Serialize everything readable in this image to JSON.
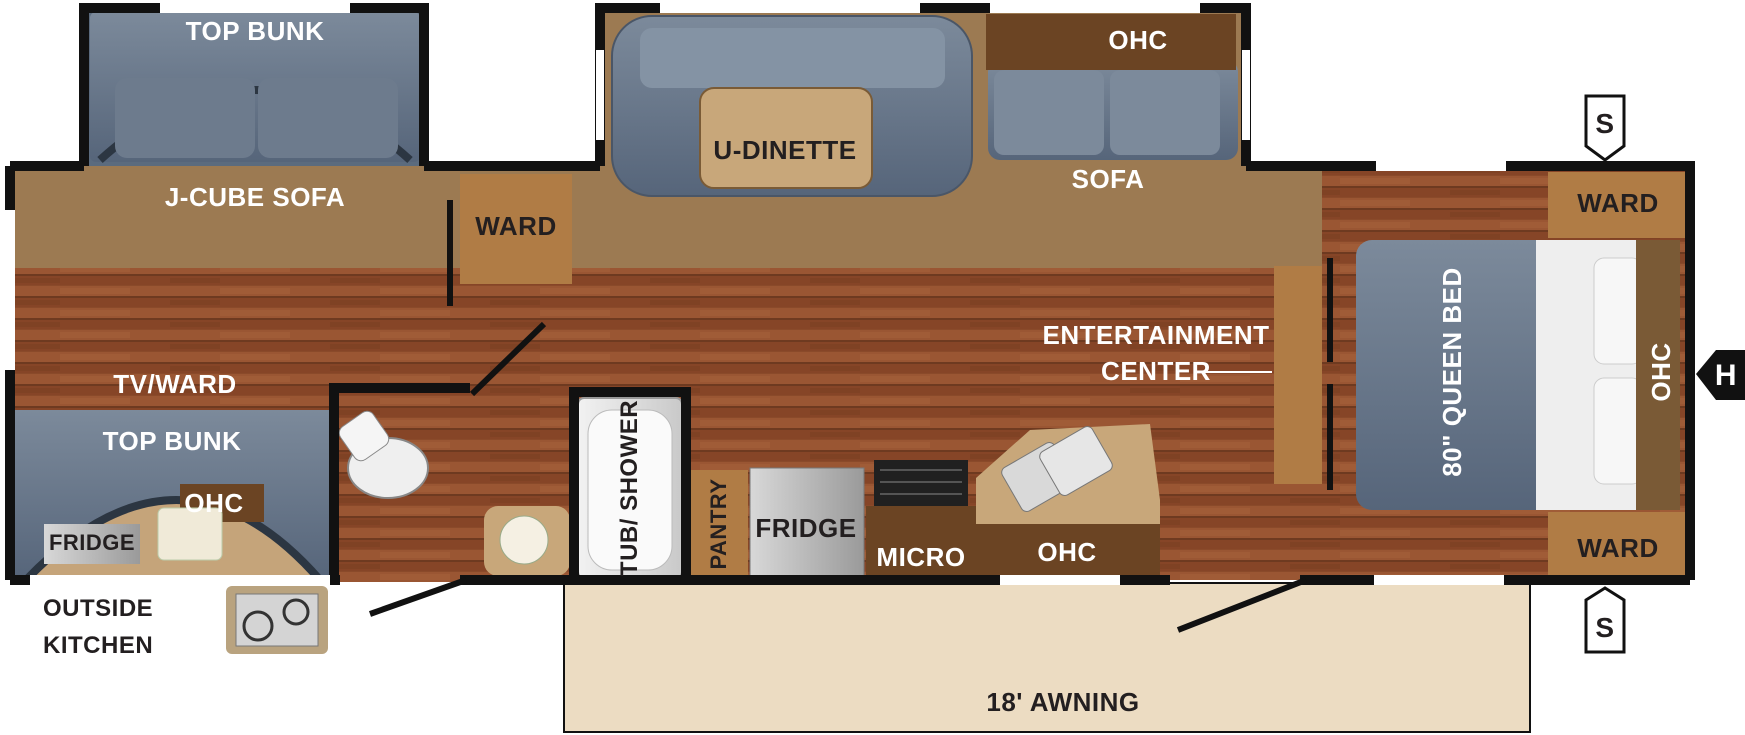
{
  "labels": {
    "top_bunk_upper": "TOP BUNK",
    "ohc_top": "OHC",
    "u_dinette": "U-DINETTE",
    "j_cube_sofa": "J-CUBE SOFA",
    "sofa": "SOFA",
    "ward_front": "WARD",
    "ward_rear_top": "WARD",
    "ward_rear_bottom": "WARD",
    "entertainment_line1": "ENTERTAINMENT",
    "entertainment_line2": "CENTER",
    "queen_bed": "80\" QUEEN BED",
    "ohc_bed": "OHC",
    "tv_ward": "TV/WARD",
    "top_bunk_lower": "TOP BUNK",
    "ohc_bunk": "OHC",
    "fridge_bunk": "FRIDGE",
    "tub_shower": "TUB/ SHOWER",
    "pantry": "PANTRY",
    "fridge": "FRIDGE",
    "micro": "MICRO",
    "ohc_kitchen": "OHC",
    "outside_kitchen_line1": "OUTSIDE",
    "outside_kitchen_line2": "KITCHEN",
    "awning": "18' AWNING",
    "badge_top": "S",
    "badge_bottom": "S",
    "badge_hitch": "H"
  },
  "colors": {
    "wall": "#111111",
    "floor_wood": "#8a4a2a",
    "beige_carpet": "#9c7a52",
    "cabinet": "#b07c45",
    "dark_cabinet": "#6b4423",
    "upholstery": "#5b6b7e",
    "awning": "#ecdcc2"
  },
  "icons": [
    "toilet-icon",
    "sink-icon",
    "double-sink-icon",
    "stove-icon",
    "outside-stove-icon",
    "door-icon"
  ]
}
